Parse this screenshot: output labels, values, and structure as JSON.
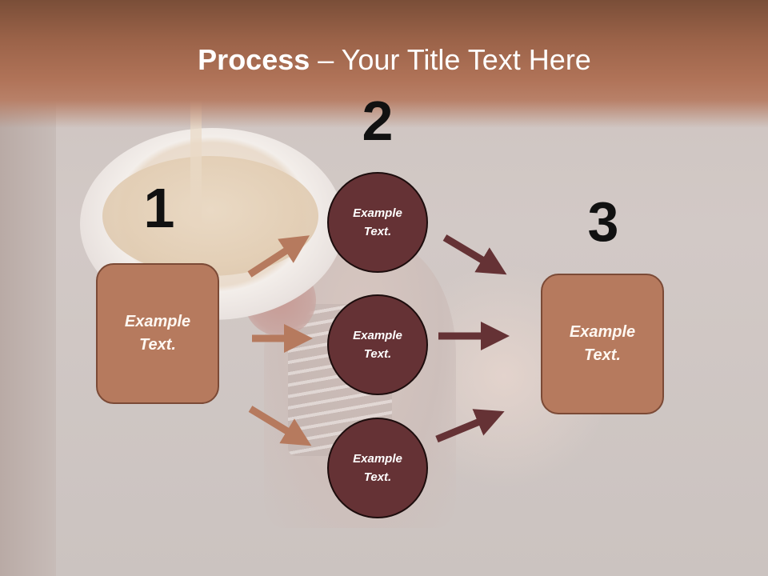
{
  "title": {
    "bold": "Process",
    "rest": " – Your Title Text Here"
  },
  "steps": {
    "one": "1",
    "two": "2",
    "three": "3"
  },
  "boxes": {
    "left": "Example\nText.",
    "right": "Example\nText."
  },
  "circles": {
    "top": "Example\nText.",
    "middle": "Example\nText.",
    "bottom": "Example\nText."
  },
  "colors": {
    "title_band": "#b07358",
    "box_fill": "#b67a5e",
    "circle_fill": "#653235",
    "arrow_light": "#b67a5e",
    "arrow_dark": "#653235"
  }
}
